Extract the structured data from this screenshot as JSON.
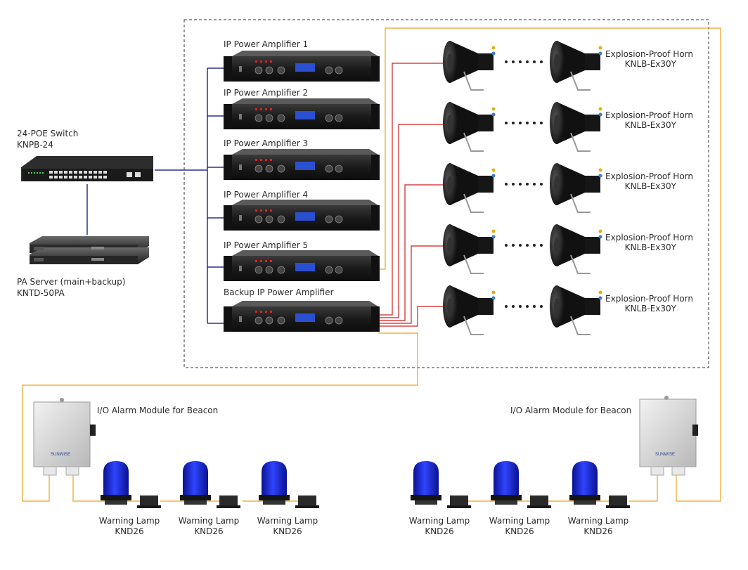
{
  "labels": {
    "switch_name": "24-POE Switch",
    "switch_model": "KNPB-24",
    "server_name": "PA Server (main+backup)",
    "server_model": "KNTD-50PA",
    "io_module_left": "I/O Alarm Module for Beacon",
    "io_module_right": "I/O Alarm Module for Beacon",
    "brand": "SUNWISE"
  },
  "amplifiers": [
    {
      "label": "IP Power Amplifier 1"
    },
    {
      "label": "IP Power Amplifier  2"
    },
    {
      "label": "IP Power Amplifier  3"
    },
    {
      "label": "IP Power Amplifier  4"
    },
    {
      "label": "IP Power Amplifier  5"
    },
    {
      "label": "Backup IP Power Amplifier"
    }
  ],
  "horn_rows": [
    {
      "name": "Explosion-Proof Horn",
      "model": "KNLB-Ex30Y"
    },
    {
      "name": "Explosion-Proof Horn",
      "model": "KNLB-Ex30Y"
    },
    {
      "name": "Explosion-Proof Horn",
      "model": "KNLB-Ex30Y"
    },
    {
      "name": "Explosion-Proof Horn",
      "model": "KNLB-Ex30Y"
    },
    {
      "name": "Explosion-Proof Horn",
      "model": "KNLB-Ex30Y"
    }
  ],
  "lamps": [
    {
      "name": "Warning Lamp",
      "model": "KND26"
    },
    {
      "name": "Warning Lamp",
      "model": "KND26"
    },
    {
      "name": "Warning Lamp",
      "model": "KND26"
    },
    {
      "name": "Warning Lamp",
      "model": "KND26"
    },
    {
      "name": "Warning Lamp",
      "model": "KND26"
    },
    {
      "name": "Warning Lamp",
      "model": "KND26"
    }
  ],
  "colors": {
    "network_line": "#2b2f8f",
    "speaker_line": "#d01f1f",
    "alarm_line": "#f0a020",
    "dashed_border": "#333333",
    "lamp_blue": "#1a2bd6"
  }
}
